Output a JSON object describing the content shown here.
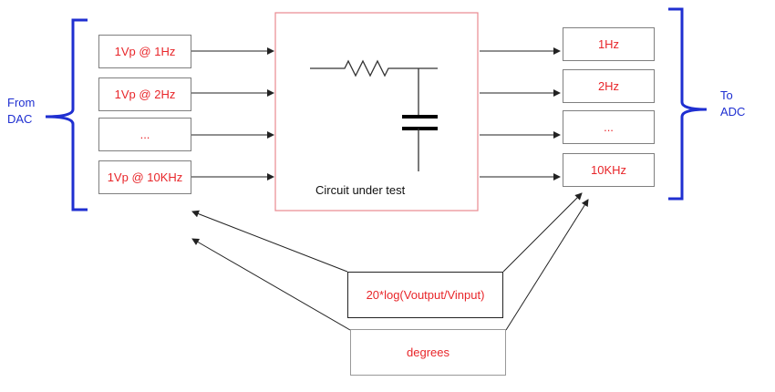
{
  "left_label": [
    "From",
    "DAC"
  ],
  "right_label": [
    "To",
    "ADC"
  ],
  "inputs": [
    "1Vp @ 1Hz",
    "1Vp @ 2Hz",
    "...",
    "1Vp @ 10KHz"
  ],
  "outputs": [
    "1Hz",
    "2Hz",
    "...",
    "10KHz"
  ],
  "circuit_label": "Circuit under test",
  "formula_box": "20*log(Voutput/Vinput)",
  "phase_box": "degrees",
  "colors": {
    "text_red": "#e8262a",
    "brace_blue": "#1f2fd1",
    "circuit_border": "#e8898f",
    "box_border": "#7f7f7f"
  }
}
